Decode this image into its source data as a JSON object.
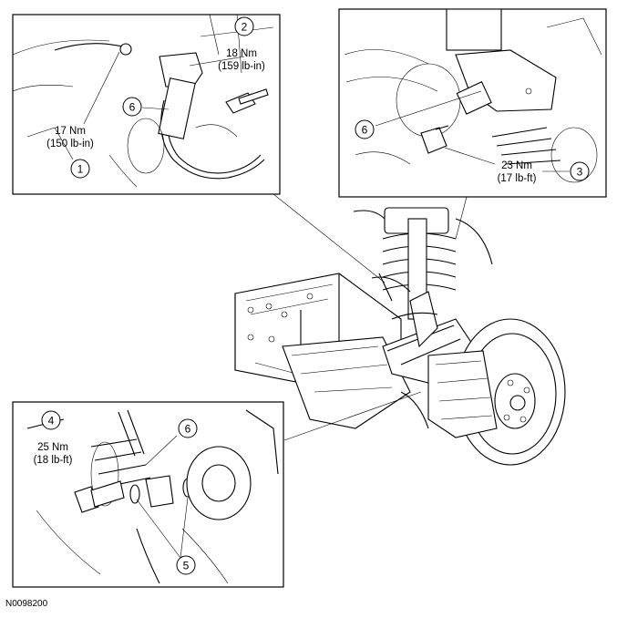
{
  "figure_code": "N0098200",
  "callouts": {
    "c1": "1",
    "c2": "2",
    "c3": "3",
    "c4": "4",
    "c5": "5",
    "c6a": "6",
    "c6b": "6",
    "c6c": "6"
  },
  "torque": {
    "t1_nm": "17 Nm",
    "t1_imp": "(150 lb-in)",
    "t2_nm": "18 Nm",
    "t2_imp": "(159 lb-in)",
    "t3_nm": "23 Nm",
    "t3_imp": "(17 lb-ft)",
    "t4_nm": "25 Nm",
    "t4_imp": "(18 lb-ft)"
  }
}
